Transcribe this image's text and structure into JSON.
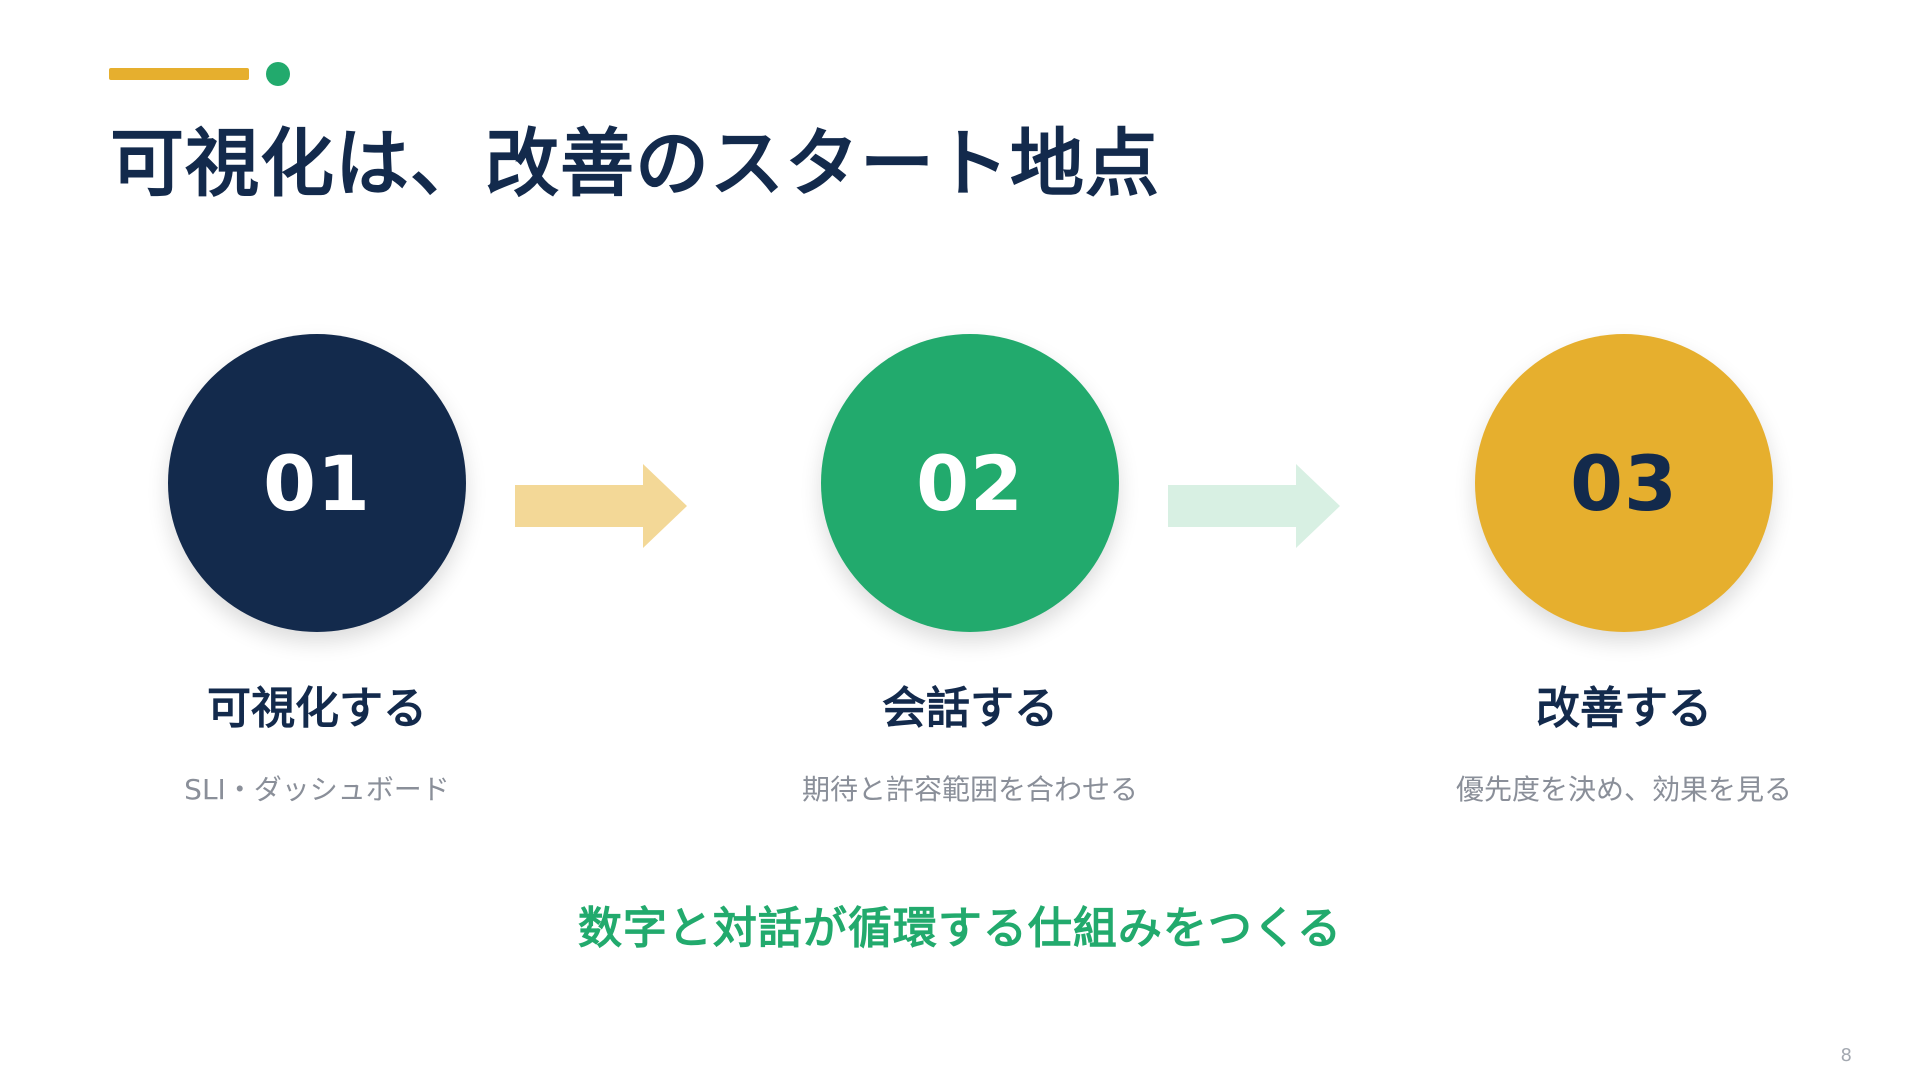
{
  "slide": {
    "title": "可視化は、改善のスタート地点",
    "colors": {
      "navy": "#132A4C",
      "green": "#22AA6D",
      "gold": "#E6AF2E",
      "arrow_gold": "#F3D897",
      "arrow_green": "#D8F0E3"
    },
    "steps": [
      {
        "number": "01",
        "label": "可視化する",
        "description": "SLI・ダッシュボード",
        "circle_color": "#132A4C",
        "number_color": "#FFFFFF"
      },
      {
        "number": "02",
        "label": "会話する",
        "description": "期待と許容範囲を合わせる",
        "circle_color": "#22AA6D",
        "number_color": "#FFFFFF"
      },
      {
        "number": "03",
        "label": "改善する",
        "description": "優先度を決め、効果を見る",
        "circle_color": "#E6AF2E",
        "number_color": "#132A4C"
      }
    ],
    "arrows": [
      {
        "icon": "right-arrow-icon",
        "color": "#F3D897"
      },
      {
        "icon": "right-arrow-icon",
        "color": "#D8F0E3"
      }
    ],
    "tagline": "数字と対話が循環する仕組みをつくる",
    "page_number": "8"
  }
}
